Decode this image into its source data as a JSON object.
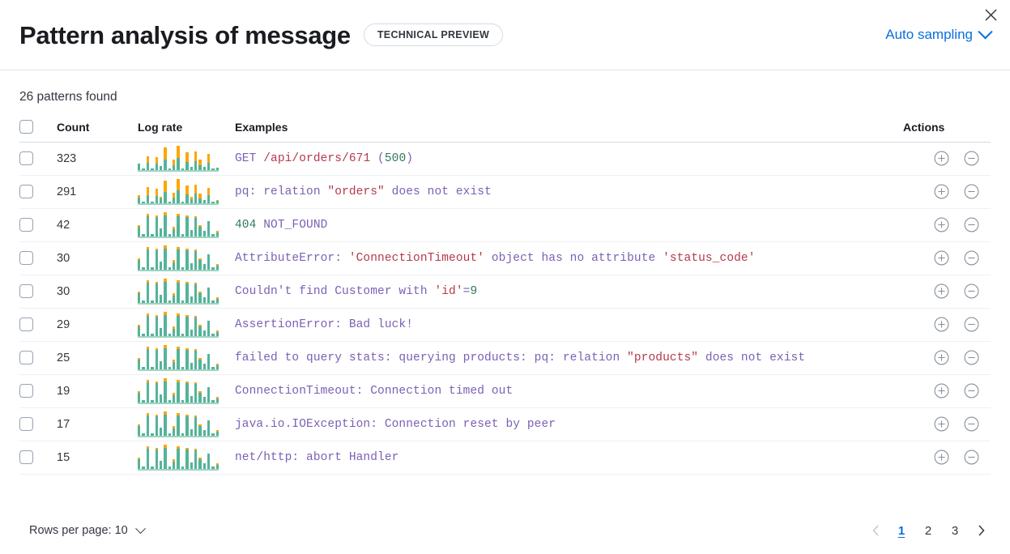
{
  "header": {
    "title": "Pattern analysis of message",
    "badge": "TECHNICAL PREVIEW",
    "sampling_label": "Auto sampling",
    "sampling_icon": "chevron-down-icon",
    "close_icon": "close-icon",
    "accent_color": "#0a6edd"
  },
  "summary": {
    "patterns_found": "26 patterns found"
  },
  "table": {
    "columns": {
      "select": "",
      "count": "Count",
      "log_rate": "Log rate",
      "examples": "Examples",
      "actions": "Actions"
    },
    "row_actions": {
      "add_icon": "plus-in-circle-icon",
      "remove_icon": "minus-in-circle-icon"
    },
    "spark_colors": {
      "primary": "#54B399",
      "secondary": "#FCA700"
    },
    "rows": [
      {
        "count": "323",
        "example_plain": "GET /api/orders/671 (500)",
        "tokens": [
          {
            "t": "GET ",
            "c": "kw"
          },
          {
            "t": "/api/orders/671",
            "c": "str"
          },
          {
            "t": " (",
            "c": "kw"
          },
          {
            "t": "500",
            "c": "num"
          },
          {
            "t": ")",
            "c": "kw"
          }
        ],
        "spark": [
          {
            "b": 22,
            "o": 0
          },
          {
            "b": 4,
            "o": 0
          },
          {
            "b": 26,
            "o": 26
          },
          {
            "b": 4,
            "o": 0
          },
          {
            "b": 24,
            "o": 26
          },
          {
            "b": 14,
            "o": 0
          },
          {
            "b": 38,
            "o": 48
          },
          {
            "b": 4,
            "o": 0
          },
          {
            "b": 18,
            "o": 22
          },
          {
            "b": 44,
            "o": 50
          },
          {
            "b": 4,
            "o": 0
          },
          {
            "b": 30,
            "o": 38
          },
          {
            "b": 12,
            "o": 0
          },
          {
            "b": 32,
            "o": 40
          },
          {
            "b": 16,
            "o": 22
          },
          {
            "b": 10,
            "o": 0
          },
          {
            "b": 26,
            "o": 34
          },
          {
            "b": 4,
            "o": 0
          },
          {
            "b": 8,
            "o": 0
          }
        ]
      },
      {
        "count": "291",
        "example_plain": "pq: relation \"orders\" does not exist",
        "tokens": [
          {
            "t": "pq: relation ",
            "c": "kw"
          },
          {
            "t": "\"orders\"",
            "c": "str"
          },
          {
            "t": " does not exist",
            "c": "kw"
          }
        ],
        "spark": [
          {
            "b": 20,
            "o": 10
          },
          {
            "b": 4,
            "o": 0
          },
          {
            "b": 30,
            "o": 30
          },
          {
            "b": 4,
            "o": 0
          },
          {
            "b": 26,
            "o": 28
          },
          {
            "b": 16,
            "o": 8
          },
          {
            "b": 42,
            "o": 42
          },
          {
            "b": 4,
            "o": 0
          },
          {
            "b": 20,
            "o": 18
          },
          {
            "b": 46,
            "o": 44
          },
          {
            "b": 4,
            "o": 0
          },
          {
            "b": 32,
            "o": 32
          },
          {
            "b": 14,
            "o": 8
          },
          {
            "b": 34,
            "o": 34
          },
          {
            "b": 18,
            "o": 18
          },
          {
            "b": 12,
            "o": 0
          },
          {
            "b": 28,
            "o": 28
          },
          {
            "b": 4,
            "o": 0
          },
          {
            "b": 8,
            "o": 4
          }
        ]
      },
      {
        "count": "42",
        "example_plain": "404 NOT_FOUND",
        "tokens": [
          {
            "t": "404 ",
            "c": "num"
          },
          {
            "t": "NOT_FOUND",
            "c": "kw"
          }
        ],
        "spark": [
          {
            "b": 20,
            "o": 4
          },
          {
            "b": 4,
            "o": 0
          },
          {
            "b": 44,
            "o": 6
          },
          {
            "b": 4,
            "o": 0
          },
          {
            "b": 42,
            "o": 4
          },
          {
            "b": 18,
            "o": 0
          },
          {
            "b": 46,
            "o": 8
          },
          {
            "b": 4,
            "o": 0
          },
          {
            "b": 16,
            "o": 4
          },
          {
            "b": 44,
            "o": 6
          },
          {
            "b": 4,
            "o": 0
          },
          {
            "b": 42,
            "o": 4
          },
          {
            "b": 14,
            "o": 0
          },
          {
            "b": 40,
            "o": 4
          },
          {
            "b": 20,
            "o": 4
          },
          {
            "b": 12,
            "o": 0
          },
          {
            "b": 34,
            "o": 0
          },
          {
            "b": 4,
            "o": 0
          },
          {
            "b": 8,
            "o": 4
          }
        ]
      },
      {
        "count": "30",
        "example_plain": "AttributeError: 'ConnectionTimeout' object has no attribute 'status_code'",
        "tokens": [
          {
            "t": "AttributeError: ",
            "c": "kw"
          },
          {
            "t": "'ConnectionTimeout'",
            "c": "str"
          },
          {
            "t": " object has no attribute ",
            "c": "kw"
          },
          {
            "t": "'status_code'",
            "c": "str"
          }
        ],
        "spark": [
          {
            "b": 20,
            "o": 4
          },
          {
            "b": 4,
            "o": 0
          },
          {
            "b": 44,
            "o": 6
          },
          {
            "b": 4,
            "o": 0
          },
          {
            "b": 42,
            "o": 4
          },
          {
            "b": 18,
            "o": 0
          },
          {
            "b": 46,
            "o": 8
          },
          {
            "b": 4,
            "o": 0
          },
          {
            "b": 16,
            "o": 4
          },
          {
            "b": 44,
            "o": 6
          },
          {
            "b": 4,
            "o": 0
          },
          {
            "b": 42,
            "o": 4
          },
          {
            "b": 14,
            "o": 0
          },
          {
            "b": 40,
            "o": 4
          },
          {
            "b": 20,
            "o": 4
          },
          {
            "b": 12,
            "o": 0
          },
          {
            "b": 34,
            "o": 0
          },
          {
            "b": 4,
            "o": 0
          },
          {
            "b": 8,
            "o": 4
          }
        ]
      },
      {
        "count": "30",
        "example_plain": "Couldn't find Customer with 'id'=9",
        "tokens": [
          {
            "t": "Couldn't find Customer with ",
            "c": "kw"
          },
          {
            "t": "'id'",
            "c": "str"
          },
          {
            "t": "=",
            "c": "kw"
          },
          {
            "t": "9",
            "c": "num"
          }
        ],
        "spark": [
          {
            "b": 20,
            "o": 4
          },
          {
            "b": 4,
            "o": 0
          },
          {
            "b": 44,
            "o": 6
          },
          {
            "b": 4,
            "o": 0
          },
          {
            "b": 42,
            "o": 4
          },
          {
            "b": 18,
            "o": 0
          },
          {
            "b": 46,
            "o": 8
          },
          {
            "b": 4,
            "o": 0
          },
          {
            "b": 16,
            "o": 4
          },
          {
            "b": 44,
            "o": 6
          },
          {
            "b": 4,
            "o": 0
          },
          {
            "b": 42,
            "o": 4
          },
          {
            "b": 14,
            "o": 0
          },
          {
            "b": 40,
            "o": 4
          },
          {
            "b": 20,
            "o": 4
          },
          {
            "b": 12,
            "o": 0
          },
          {
            "b": 34,
            "o": 0
          },
          {
            "b": 4,
            "o": 0
          },
          {
            "b": 8,
            "o": 4
          }
        ]
      },
      {
        "count": "29",
        "example_plain": "AssertionError: Bad luck!",
        "tokens": [
          {
            "t": "AssertionError: Bad luck!",
            "c": "kw"
          }
        ],
        "spark": [
          {
            "b": 20,
            "o": 4
          },
          {
            "b": 4,
            "o": 0
          },
          {
            "b": 44,
            "o": 6
          },
          {
            "b": 4,
            "o": 0
          },
          {
            "b": 42,
            "o": 4
          },
          {
            "b": 18,
            "o": 0
          },
          {
            "b": 46,
            "o": 8
          },
          {
            "b": 4,
            "o": 0
          },
          {
            "b": 16,
            "o": 4
          },
          {
            "b": 44,
            "o": 6
          },
          {
            "b": 4,
            "o": 0
          },
          {
            "b": 42,
            "o": 4
          },
          {
            "b": 14,
            "o": 0
          },
          {
            "b": 40,
            "o": 4
          },
          {
            "b": 20,
            "o": 4
          },
          {
            "b": 12,
            "o": 0
          },
          {
            "b": 34,
            "o": 0
          },
          {
            "b": 4,
            "o": 0
          },
          {
            "b": 8,
            "o": 4
          }
        ]
      },
      {
        "count": "25",
        "example_plain": "failed to query stats: querying products: pq: relation \"products\" does not exist",
        "tokens": [
          {
            "t": "failed to query stats: querying products: pq: relation ",
            "c": "kw"
          },
          {
            "t": "\"products\"",
            "c": "str"
          },
          {
            "t": " does not exist",
            "c": "kw"
          }
        ],
        "spark": [
          {
            "b": 20,
            "o": 4
          },
          {
            "b": 4,
            "o": 0
          },
          {
            "b": 44,
            "o": 6
          },
          {
            "b": 4,
            "o": 0
          },
          {
            "b": 42,
            "o": 4
          },
          {
            "b": 18,
            "o": 0
          },
          {
            "b": 46,
            "o": 8
          },
          {
            "b": 4,
            "o": 0
          },
          {
            "b": 16,
            "o": 4
          },
          {
            "b": 44,
            "o": 6
          },
          {
            "b": 4,
            "o": 0
          },
          {
            "b": 42,
            "o": 4
          },
          {
            "b": 14,
            "o": 0
          },
          {
            "b": 40,
            "o": 4
          },
          {
            "b": 20,
            "o": 4
          },
          {
            "b": 12,
            "o": 0
          },
          {
            "b": 34,
            "o": 0
          },
          {
            "b": 4,
            "o": 0
          },
          {
            "b": 8,
            "o": 4
          }
        ]
      },
      {
        "count": "19",
        "example_plain": "ConnectionTimeout: Connection timed out",
        "tokens": [
          {
            "t": "ConnectionTimeout: Connection timed out",
            "c": "kw"
          }
        ],
        "spark": [
          {
            "b": 20,
            "o": 4
          },
          {
            "b": 4,
            "o": 0
          },
          {
            "b": 44,
            "o": 6
          },
          {
            "b": 4,
            "o": 0
          },
          {
            "b": 42,
            "o": 4
          },
          {
            "b": 18,
            "o": 0
          },
          {
            "b": 46,
            "o": 8
          },
          {
            "b": 4,
            "o": 0
          },
          {
            "b": 16,
            "o": 4
          },
          {
            "b": 44,
            "o": 6
          },
          {
            "b": 4,
            "o": 0
          },
          {
            "b": 42,
            "o": 4
          },
          {
            "b": 14,
            "o": 0
          },
          {
            "b": 40,
            "o": 4
          },
          {
            "b": 20,
            "o": 4
          },
          {
            "b": 12,
            "o": 0
          },
          {
            "b": 34,
            "o": 0
          },
          {
            "b": 4,
            "o": 0
          },
          {
            "b": 8,
            "o": 4
          }
        ]
      },
      {
        "count": "17",
        "example_plain": "java.io.IOException: Connection reset by peer",
        "tokens": [
          {
            "t": "java.io.IOException: Connection reset by peer",
            "c": "kw"
          }
        ],
        "spark": [
          {
            "b": 20,
            "o": 4
          },
          {
            "b": 4,
            "o": 0
          },
          {
            "b": 44,
            "o": 6
          },
          {
            "b": 4,
            "o": 0
          },
          {
            "b": 42,
            "o": 4
          },
          {
            "b": 18,
            "o": 0
          },
          {
            "b": 46,
            "o": 8
          },
          {
            "b": 4,
            "o": 0
          },
          {
            "b": 16,
            "o": 4
          },
          {
            "b": 44,
            "o": 6
          },
          {
            "b": 4,
            "o": 0
          },
          {
            "b": 42,
            "o": 4
          },
          {
            "b": 14,
            "o": 0
          },
          {
            "b": 40,
            "o": 4
          },
          {
            "b": 20,
            "o": 4
          },
          {
            "b": 12,
            "o": 0
          },
          {
            "b": 34,
            "o": 0
          },
          {
            "b": 4,
            "o": 0
          },
          {
            "b": 8,
            "o": 4
          }
        ]
      },
      {
        "count": "15",
        "example_plain": "net/http: abort Handler",
        "tokens": [
          {
            "t": "net/http: abort Handler",
            "c": "kw"
          }
        ],
        "spark": [
          {
            "b": 20,
            "o": 4
          },
          {
            "b": 4,
            "o": 0
          },
          {
            "b": 44,
            "o": 6
          },
          {
            "b": 4,
            "o": 0
          },
          {
            "b": 42,
            "o": 4
          },
          {
            "b": 18,
            "o": 0
          },
          {
            "b": 46,
            "o": 8
          },
          {
            "b": 4,
            "o": 0
          },
          {
            "b": 16,
            "o": 4
          },
          {
            "b": 44,
            "o": 6
          },
          {
            "b": 4,
            "o": 0
          },
          {
            "b": 42,
            "o": 4
          },
          {
            "b": 14,
            "o": 0
          },
          {
            "b": 40,
            "o": 4
          },
          {
            "b": 20,
            "o": 4
          },
          {
            "b": 12,
            "o": 0
          },
          {
            "b": 34,
            "o": 0
          },
          {
            "b": 4,
            "o": 0
          },
          {
            "b": 8,
            "o": 4
          }
        ]
      }
    ]
  },
  "footer": {
    "rows_per_page_label": "Rows per page: 10",
    "rows_per_page_icon": "chevron-down-icon",
    "prev_icon": "chevron-left-icon",
    "next_icon": "chevron-right-icon",
    "pages": [
      "1",
      "2",
      "3"
    ],
    "active_page": "1"
  }
}
